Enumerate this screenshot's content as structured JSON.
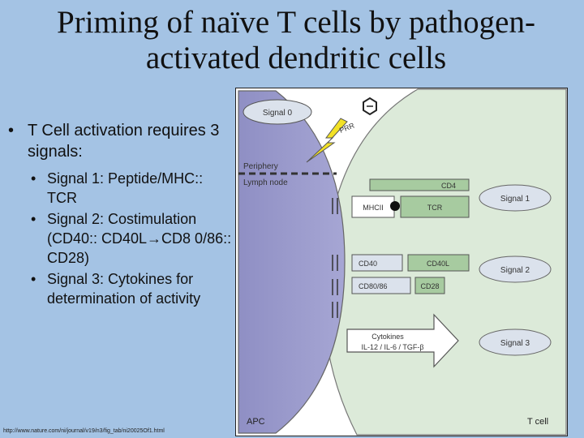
{
  "slide": {
    "title": "Priming of naïve T cells by pathogen-activated dendritic cells",
    "title_line1": "Priming of naïve T cells by pathogen-",
    "title_line2": "activated dendritic cells",
    "bullet_main": "T Cell activation requires 3 signals:",
    "sub_bullets": [
      "Signal 1: Peptide/MHC:: TCR",
      "Signal 2: Costimulation (CD40:: CD40L→CD8 0/86:: CD28)",
      "Signal 3: Cytokines for determination of activity"
    ],
    "footer_url": "http://www.nature.com/ni/journal/v19/n3/fig_tab/ni20025Of1.html"
  },
  "figure": {
    "signal0": "Signal 0",
    "prr": "PRR",
    "periphery": "Periphery",
    "lymph_node": "Lymph node",
    "cd4": "CD4",
    "mhcii": "MHCII",
    "tcr": "TCR",
    "signal1": "Signal 1",
    "cd40": "CD40",
    "cd40l": "CD40L",
    "cd80_86": "CD80/86",
    "cd28": "CD28",
    "signal2": "Signal 2",
    "cytokines": "Cytokines",
    "cytokine_list": "IL-12 / IL-6 / TGF-β",
    "signal3": "Signal 3",
    "apc": "APC",
    "t_cell": "T cell",
    "colors": {
      "apc_fill": "#9c9ccc",
      "tcell_fill": "#dcead9",
      "box_fill": "#a7cba0",
      "oval_fill": "#dbe2ec",
      "lightning": "#f2e126"
    }
  }
}
